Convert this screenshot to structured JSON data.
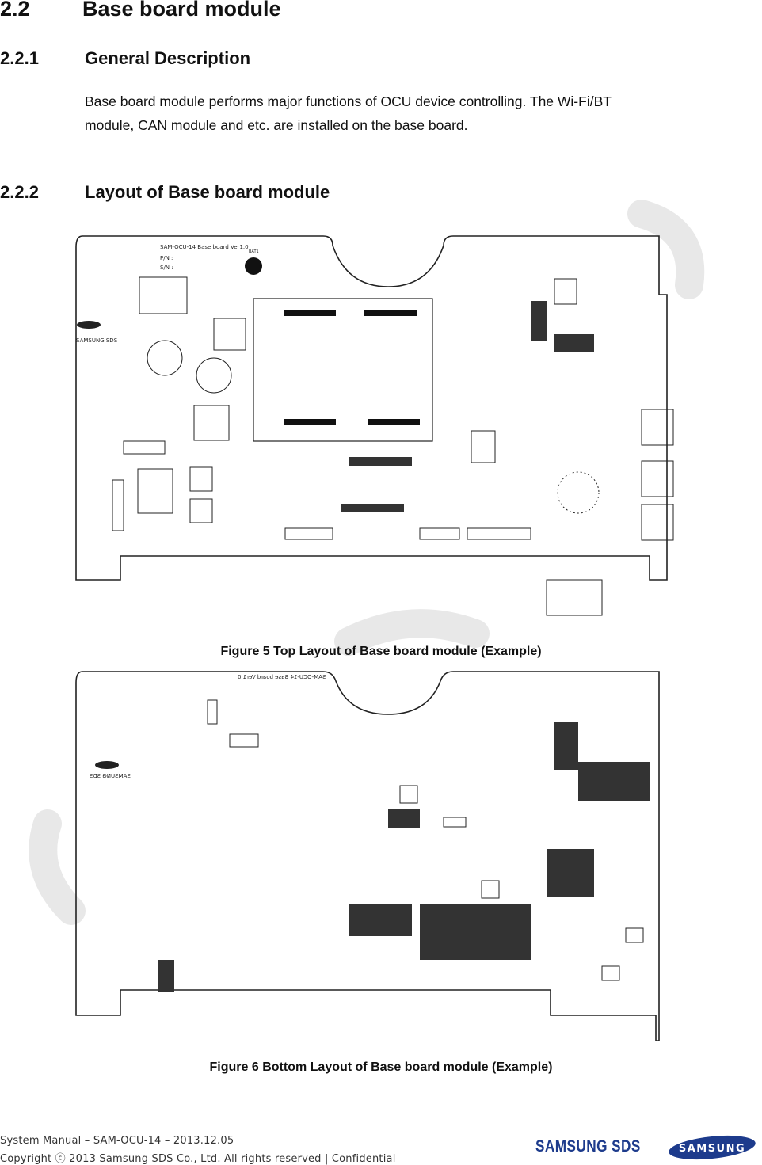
{
  "section": {
    "number": "2.2",
    "title": "Base board module"
  },
  "general": {
    "number": "2.2.1",
    "title": "General Description",
    "paragraph_line1": "Base board module performs major functions of OCU device controlling. The Wi-Fi/BT",
    "paragraph_line2": "module, CAN module and etc. are installed on the base board."
  },
  "layout": {
    "number": "2.2.2",
    "title": "Layout of Base board module"
  },
  "figure5": {
    "caption": "Figure  5  Top Layout  of  Base board module  (Example)",
    "board_title": "SAM-OCU-14 Base board Ver1.0",
    "pn_label": "P/N :",
    "sn_label": "S/N :",
    "silk_brand": "SAMSUNG SDS",
    "battery_label": "BAT1"
  },
  "figure6": {
    "caption": "Figure  6  Bottom Layout  of  Base board module  (Example)",
    "board_title_mirrored": "SAM-OCU-14 Base board Ver1.0",
    "silk_brand_mirrored": "SAMSUNG SDS"
  },
  "footer": {
    "line1": "System Manual – SAM-OCU-14 – 2013.12.05",
    "line2": "Copyright ⓒ 2013 Samsung SDS Co., Ltd. All rights reserved    |    Confidential",
    "logo_sds": "SAMSUNG SDS",
    "logo_samsung": "SAMSUNG"
  },
  "colors": {
    "brand_blue": "#1d3b8c",
    "watermark": "#e6e6e6"
  }
}
